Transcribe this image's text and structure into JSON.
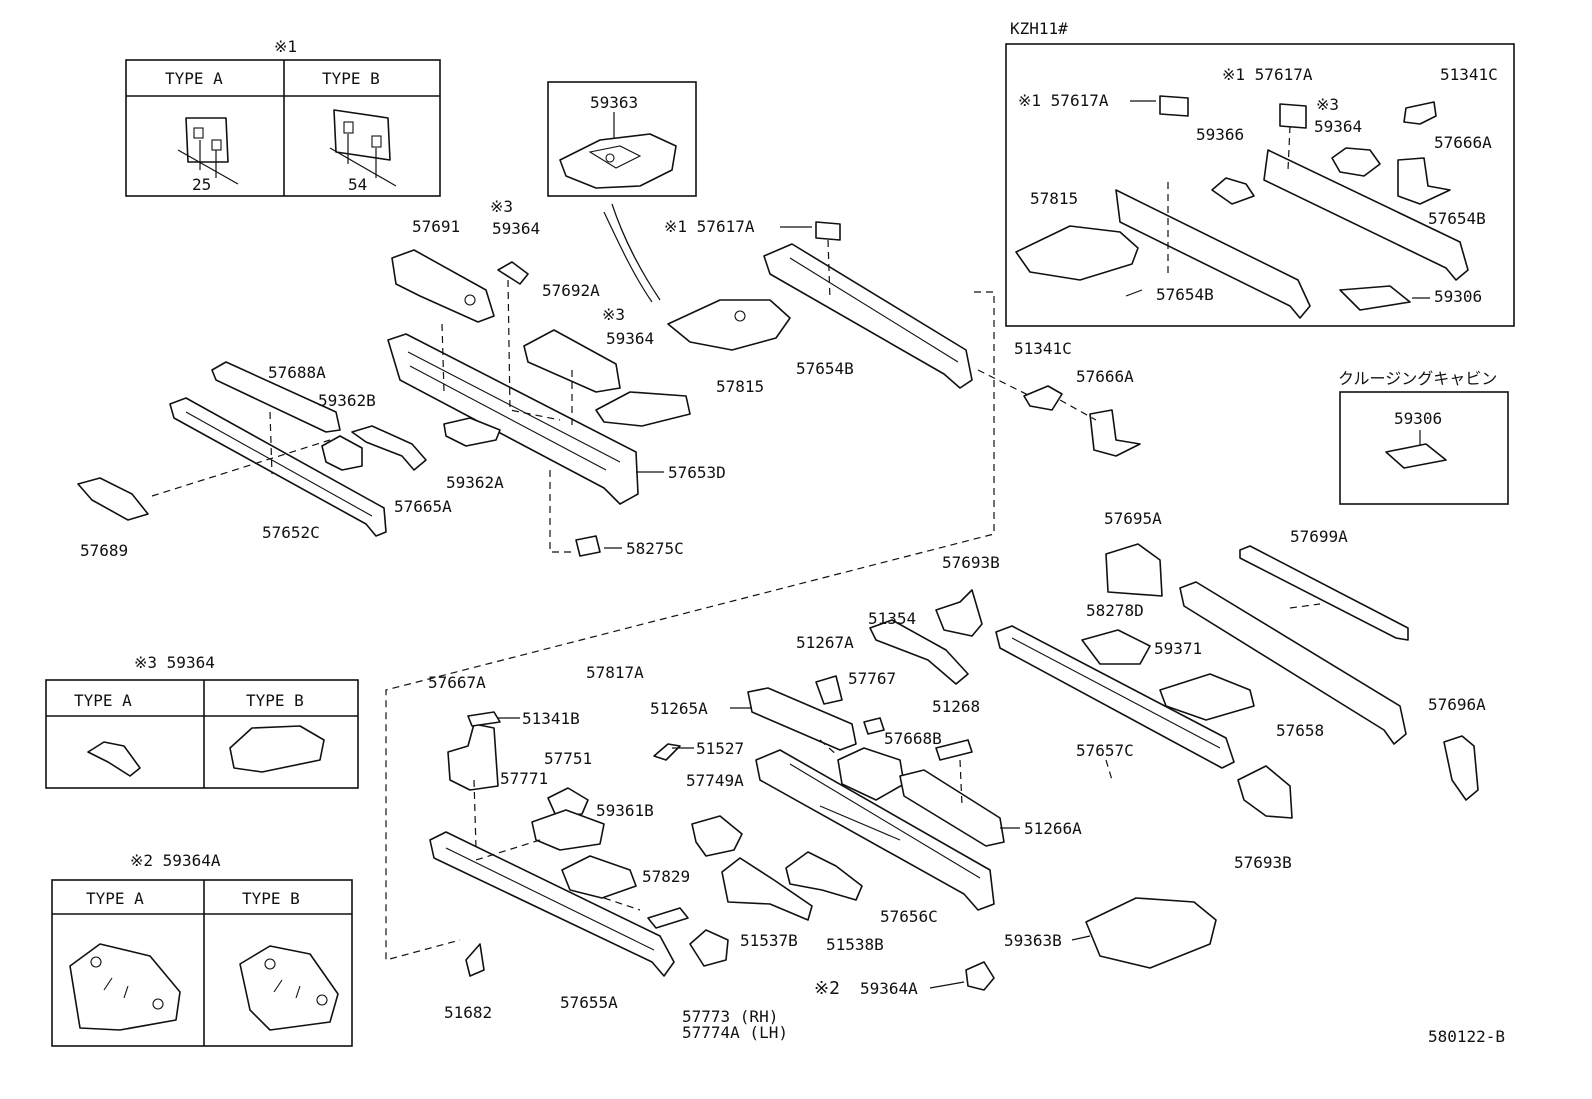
{
  "diagram_code": "580122-B",
  "notes": {
    "note1_mark": "※1",
    "note2_mark": "※2",
    "note3_mark": "※3"
  },
  "type_tables": {
    "table1": {
      "mark": "※1",
      "type_a": "TYPE A",
      "type_b": "TYPE B",
      "dim_a": "25",
      "dim_b": "54"
    },
    "table3": {
      "heading": "※3  59364",
      "type_a": "TYPE A",
      "type_b": "TYPE B"
    },
    "table2": {
      "heading": "※2 59364A",
      "type_a": "TYPE A",
      "type_b": "TYPE B"
    }
  },
  "kzh_box": {
    "title": "KZH11#",
    "labels": {
      "p1": "※1 57617A",
      "p2": "※1 57617A",
      "p3": "※3",
      "p4": "59364",
      "p5": "51341C",
      "p6": "59366",
      "p7": "57666A",
      "p8": "57815",
      "p9": "57654B",
      "p10": "57654B",
      "p11": "59306"
    }
  },
  "cruising_box": {
    "title": "クルージングキャビン",
    "part": "59306"
  },
  "inset_59363": "59363",
  "labels": {
    "l57691": "57691",
    "l59364_mark": "※3",
    "l59364": "59364",
    "l57617A_top": "※1 57617A",
    "l57692A": "57692A",
    "l59364b_mark": "※3",
    "l59364b": "59364",
    "l57815": "57815",
    "l57654B": "57654B",
    "l57688A": "57688A",
    "l59362B": "59362B",
    "l59362A": "59362A",
    "l57653D": "57653D",
    "l57665A": "57665A",
    "l57652C": "57652C",
    "l57689": "57689",
    "l58275C": "58275C",
    "l51341C": "51341C",
    "l57666A": "57666A",
    "l57695A": "57695A",
    "l57699A": "57699A",
    "l57693B_top": "57693B",
    "l51354": "51354",
    "l58278D": "58278D",
    "l59371": "59371",
    "l51267A": "51267A",
    "l57767": "57767",
    "l57817A": "57817A",
    "l57667A": "57667A",
    "l51341B": "51341B",
    "l51265A": "51265A",
    "l51268": "51268",
    "l57668B": "57668B",
    "l57658": "57658",
    "l57696A": "57696A",
    "l57657C": "57657C",
    "l51527": "51527",
    "l57751": "57751",
    "l57771": "57771",
    "l57749A": "57749A",
    "l59361B": "59361B",
    "l51266A": "51266A",
    "l57693B_bot": "57693B",
    "l57829": "57829",
    "l51537B": "51537B",
    "l51538B": "51538B",
    "l57656C": "57656C",
    "l59363B": "59363B",
    "l59364A_mark": "※2",
    "l59364A": "59364A",
    "l51682": "51682",
    "l57655A": "57655A",
    "l57773": "57773  (RH)",
    "l57774A": "57774A (LH)"
  }
}
